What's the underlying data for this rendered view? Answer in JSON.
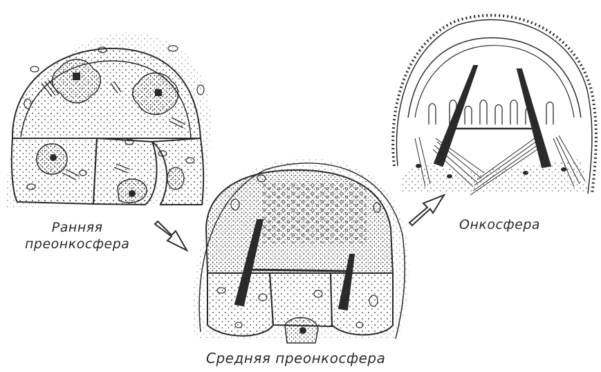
{
  "labels": {
    "early_line1": "Ранняя",
    "early_line2": "преонкосфера",
    "middle": "Средняя  преонкосфера",
    "oncosphere": "Онкосфера"
  },
  "colors": {
    "ink": "#2a2a2a",
    "background": "#ffffff"
  }
}
